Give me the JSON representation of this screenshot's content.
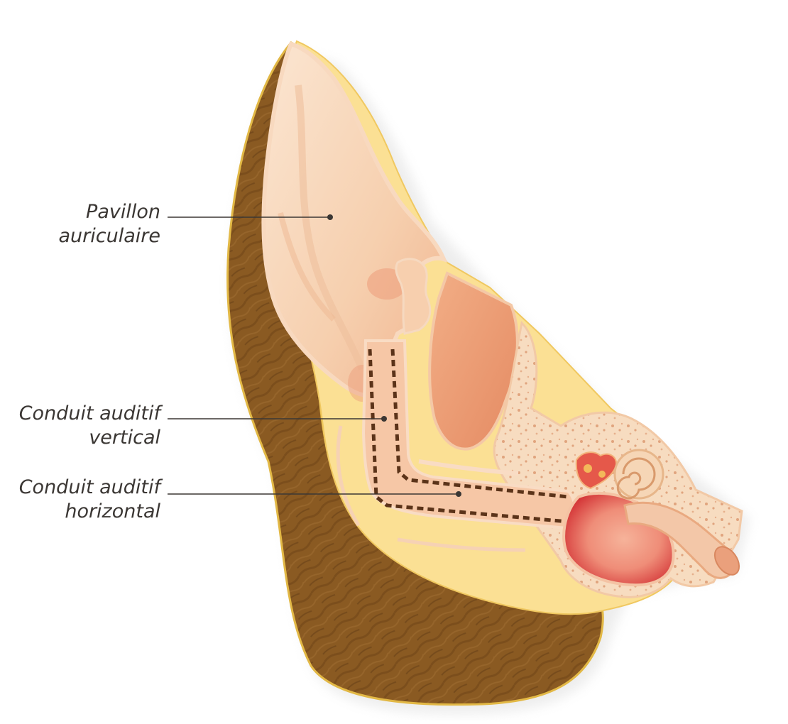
{
  "labels": {
    "pavillon": {
      "line1": "Pavillon",
      "line2": "auriculaire"
    },
    "vertical": {
      "line1": "Conduit auditif",
      "line2": "vertical"
    },
    "horizontal": {
      "line1": "Conduit auditif",
      "line2": "horizontal"
    }
  },
  "colors": {
    "fur": "#8a5a22",
    "fur_dark": "#6b4015",
    "outline": "#e2b845",
    "fat": "#fbe094",
    "skin": "#f7cfae",
    "skin_light": "#fbe2cc",
    "skin_shade": "#eeab84",
    "cartilage": "#e9946c",
    "bone": "#f7dcc0",
    "bone_dots": "#e0a47e",
    "bulla": "#d9383b",
    "bulla_light": "#f2a58a",
    "canal_dash": "#5b3319",
    "leader": "#3b3734"
  }
}
